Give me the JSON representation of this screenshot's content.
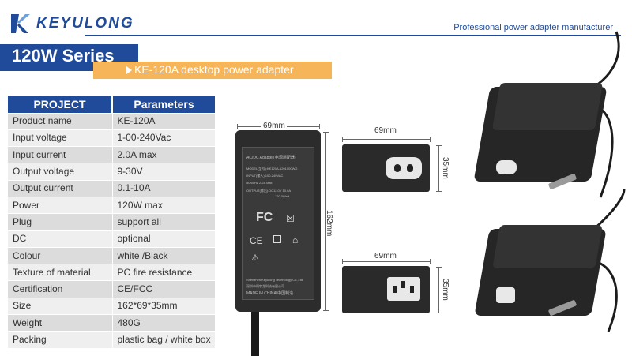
{
  "header": {
    "brand": "KEYULONG",
    "tagline": "Professional power adapter manufacturer"
  },
  "banner": {
    "series": "120W Series",
    "product": "KE-120A desktop power adapter"
  },
  "spec_table": {
    "headers": [
      "PROJECT",
      "Parameters"
    ],
    "rows": [
      [
        "Product name",
        "KE-120A"
      ],
      [
        "Input voltage",
        "1-00-240Vac"
      ],
      [
        "Input current",
        "2.0A max"
      ],
      [
        "Output voltage",
        "9-30V"
      ],
      [
        "Output current",
        "0.1-10A"
      ],
      [
        "Power",
        "120W max"
      ],
      [
        "Plug",
        "support all"
      ],
      [
        "DC",
        "optional"
      ],
      [
        "Colour",
        "white /Black"
      ],
      [
        "Texture of material",
        "PC fire resistance"
      ],
      [
        "Certification",
        "CE/FCC"
      ],
      [
        "Size",
        "162*69*35mm"
      ],
      [
        "Weight",
        "480G"
      ],
      [
        "Packing",
        "plastic bag / white box"
      ]
    ]
  },
  "dimensions": {
    "front_width": "69mm",
    "front_length": "162mm",
    "side_width_top": "69mm",
    "side_height_top": "35mm",
    "side_width_bottom": "69mm",
    "side_height_bottom": "35mm"
  },
  "label_plate": {
    "title": "AC/DC Adapter(电源适配器)",
    "model": "MODEL(型号):KE120A-1201000WG",
    "input": "INPUT(输入):100-240VAC",
    "freq": "50/60Hz 2.2A Max",
    "output": "OUTPUT(输出):DC12.0V 10.0A",
    "power": "120.0Watt",
    "fc": "FC",
    "ce": "CE",
    "maker": "Shenzhen Keyulong Technology Co.,Ltd",
    "maker_cn": "深圳市科宇龙科技有限公司",
    "origin": "MADE IN CHINA/中国制造"
  }
}
